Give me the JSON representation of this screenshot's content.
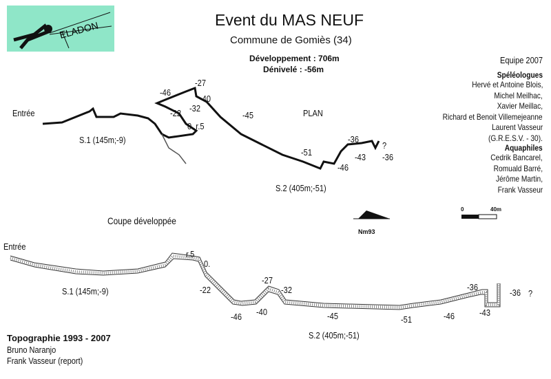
{
  "logo": {
    "text": "ELADON"
  },
  "header": {
    "title": "Event du MAS NEUF",
    "commune": "Commune de Gomiès (34)",
    "developpement": "Développement : 706m",
    "denivele": "Dénivelé : -56m"
  },
  "team": {
    "heading": "Equipe 2007",
    "speleo_heading": "Spéléologues",
    "speleologues": [
      "Hervé et Antoine Blois,",
      "Michel Meilhac,",
      "Xavier Meillac,",
      "Richard et Benoit Villemejeanne",
      "Laurent Vasseur",
      "(G.R.E.S.V. - 30)."
    ],
    "aqua_heading": "Aquaphiles",
    "aquaphiles": [
      "Cedrik Bancarel,",
      "Romuald Barré,",
      "Jérôme Martin,",
      "Frank Vasseur"
    ]
  },
  "plan": {
    "title": "PLAN",
    "entrance": "Entrée",
    "s1": "S.1 (145m;-9)",
    "s2": "S.2 (405m;-51)",
    "depths": [
      "-46",
      "-27",
      "-40",
      "-22",
      "-32",
      "0. r.5",
      "-45",
      "-51",
      "-36",
      "?",
      "-43",
      "-36",
      "-46"
    ]
  },
  "section": {
    "title": "Coupe développée",
    "entrance": "Entrée",
    "s1": "S.1 (145m;-9)",
    "s2": "S.2 (405m;-51)",
    "depths": [
      "r.5",
      "0.",
      "-22",
      "-27",
      "-32",
      "-46",
      "-40",
      "-45",
      "-51",
      "-46",
      "-43",
      "-36",
      "-36",
      "?"
    ]
  },
  "north": {
    "label": "Nm93"
  },
  "scale": {
    "start": "0",
    "end": "40m"
  },
  "credits": {
    "heading": "Topographie 1993 - 2007",
    "lines": [
      "Bruno Naranjo",
      "Frank Vasseur (report)"
    ]
  }
}
